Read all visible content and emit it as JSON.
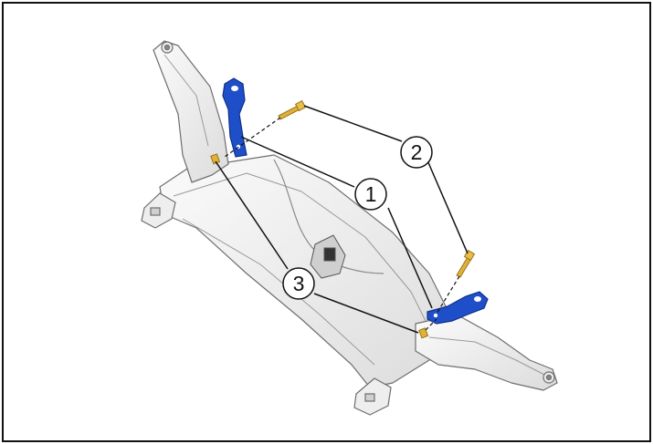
{
  "diagram": {
    "callouts": [
      {
        "id": "1",
        "label": "1"
      },
      {
        "id": "2",
        "label": "2"
      },
      {
        "id": "3",
        "label": "3"
      }
    ],
    "colors": {
      "bracket": "#1f4fc8",
      "bracket_dark": "#0f2f8a",
      "bolt": "#e0b23a",
      "bolt_dark": "#9a7314",
      "frame_fill": "#f2f2f2",
      "frame_stroke": "#6e6e6e",
      "leader": "#111111"
    }
  }
}
